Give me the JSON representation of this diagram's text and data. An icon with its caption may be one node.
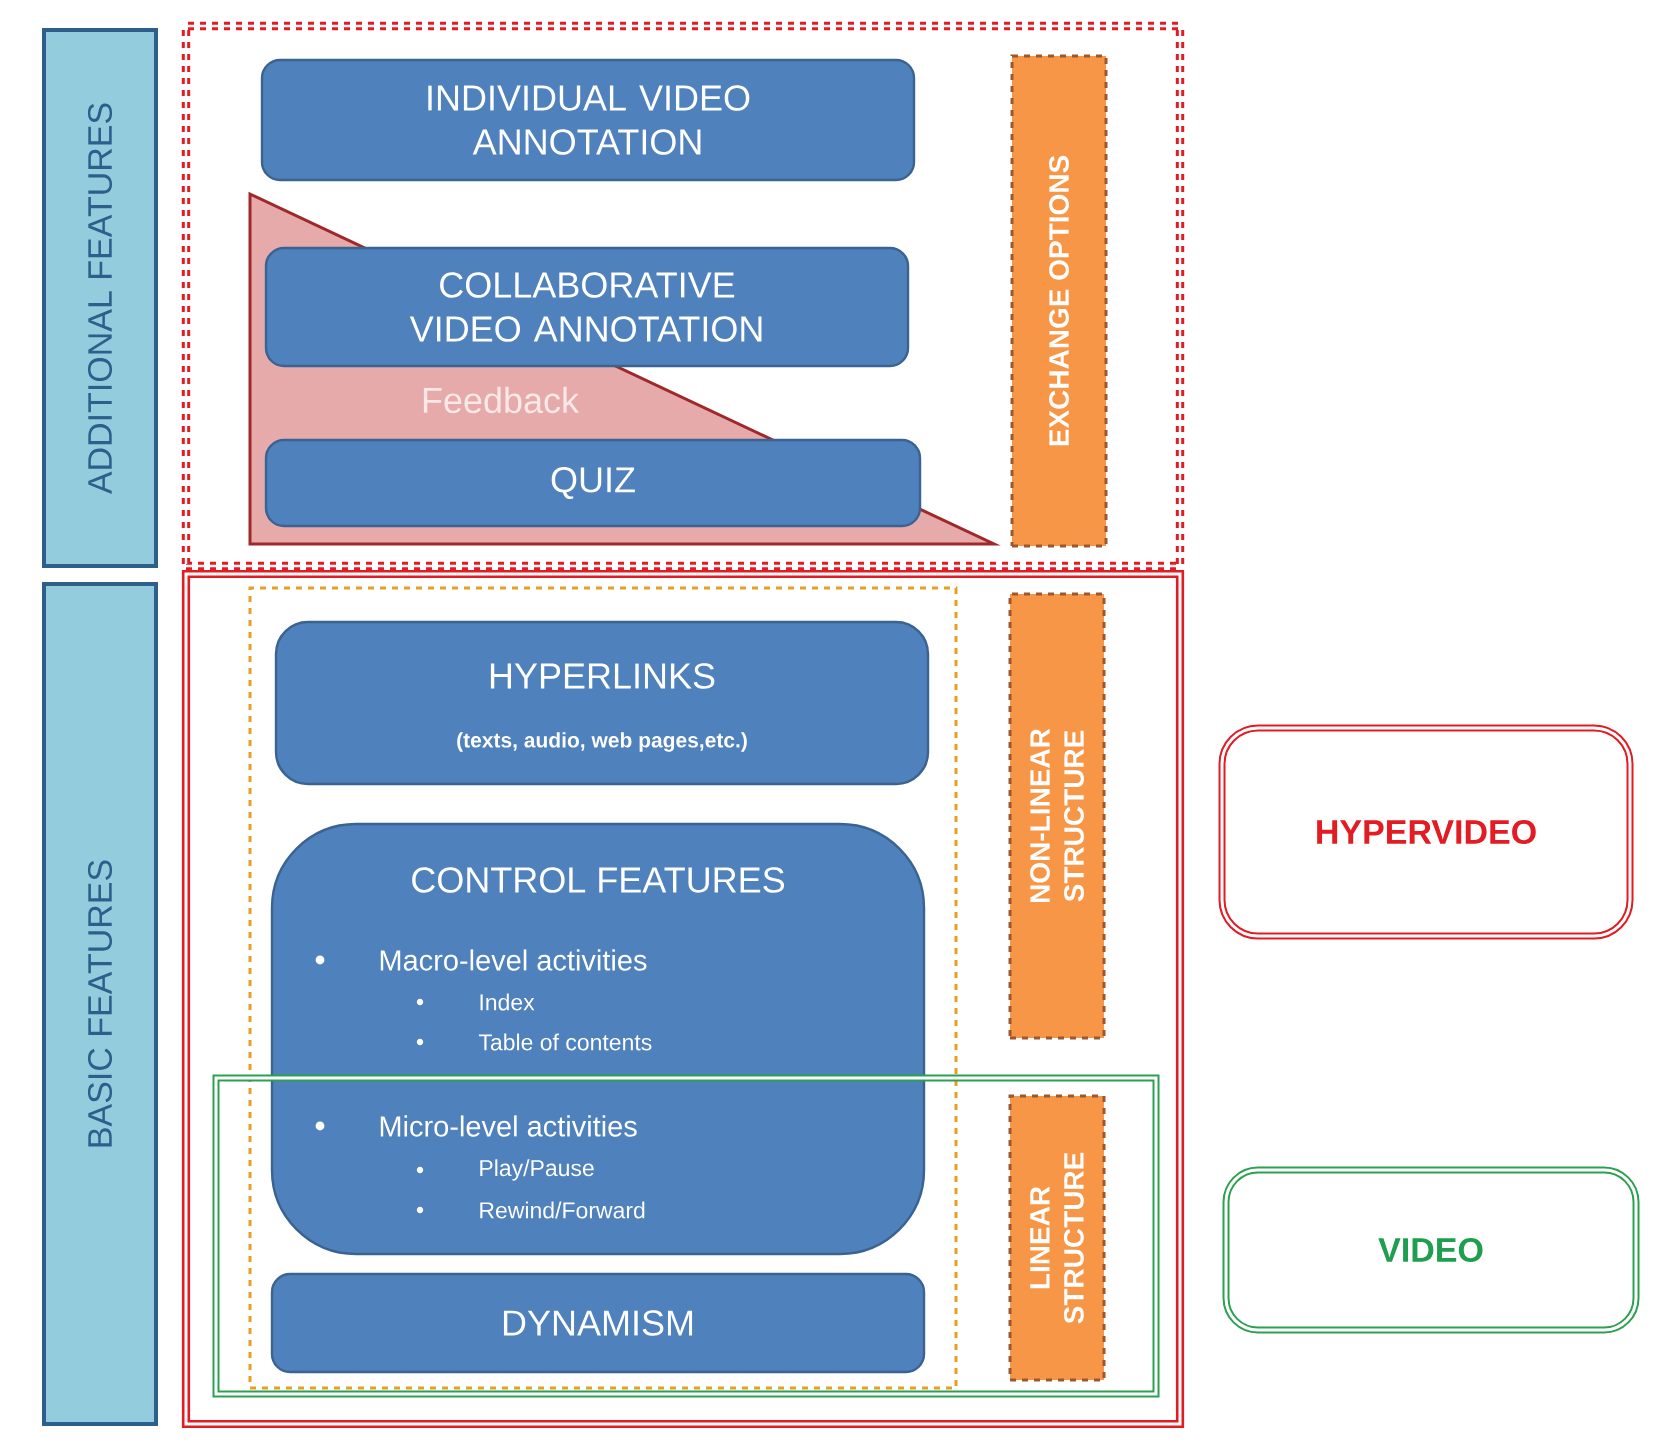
{
  "diagram": {
    "nodes": [
      {
        "text": [
          "ADDITIONAL FEATURES"
        ]
      },
      {
        "text": [],
        "shape": "box"
      },
      {
        "text": [
          "INDIVIDUAL VIDEO ANNOTATION"
        ],
        "in": 1
      },
      {
        "text": [
          "Feedback"
        ],
        "in": 1
      },
      {
        "text": [
          "COLLABORATIVE VIDEO ANNOTATION"
        ],
        "in": 1
      },
      {
        "text": [
          "QUIZ"
        ],
        "in": 3
      },
      {
        "text": [
          "EXCHANGE OPTIONS"
        ],
        "in": 1
      },
      {
        "text": [
          "BASIC FEATURES"
        ]
      },
      {
        "text": [],
        "shape": "box"
      },
      {
        "text": [],
        "shape": "box",
        "in": 8
      },
      {
        "text": [
          "HYPERLINKS",
          "(texts, audio, web pages,etc.)"
        ],
        "in": 9
      },
      {
        "text": [
          "CONTROL FEATURES",
          "Macro-level activities",
          "Index",
          "Table of contents",
          "Micro-level activities",
          "Play/Pause",
          "Rewind/Forward"
        ],
        "in": 9
      },
      {
        "text": [],
        "shape": "box",
        "in": 8
      },
      {
        "text": [
          "DYNAMISM"
        ]
      },
      {
        "text": [
          "NON-LINEAR STRUCTURE"
        ],
        "in": 8
      },
      {
        "text": [
          "LINEAR STRUCTURE"
        ],
        "in": 12
      },
      {
        "text": [
          "HYPERVIDEO"
        ]
      },
      {
        "text": [
          "VIDEO"
        ]
      }
    ]
  }
}
